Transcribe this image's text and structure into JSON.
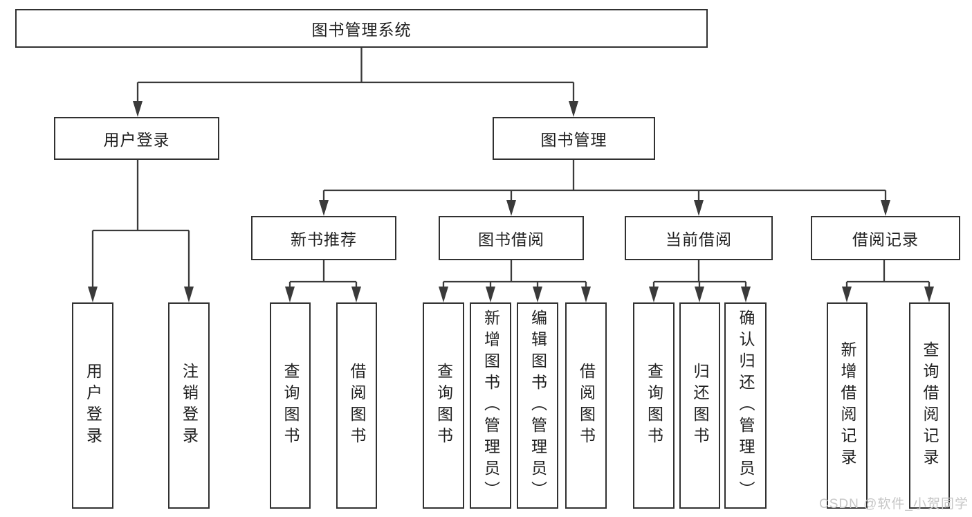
{
  "page": {
    "type": "functional-structure-diagram",
    "watermark": "CSDN @软件_小贺同学"
  },
  "colors": {
    "background": "#ffffff",
    "box_border": "#313131",
    "connector_line": "#3a3a3a",
    "text": "#1f1f1f",
    "watermark_text": "#c6c6c6"
  },
  "tree": {
    "root": {
      "label": "图书管理系统"
    },
    "level2": [
      {
        "label": "用户登录",
        "children": [
          {
            "label": "用户登录"
          },
          {
            "label": "注销登录"
          }
        ]
      },
      {
        "label": "图书管理",
        "children": [
          {
            "label": "新书推荐",
            "children": [
              {
                "label": "查询图书"
              },
              {
                "label": "借阅图书"
              }
            ]
          },
          {
            "label": "图书借阅",
            "children": [
              {
                "label": "查询图书"
              },
              {
                "label": "新增图书（管理员）"
              },
              {
                "label": "编辑图书（管理员）"
              },
              {
                "label": "借阅图书"
              }
            ]
          },
          {
            "label": "当前借阅",
            "children": [
              {
                "label": "查询图书"
              },
              {
                "label": "归还图书"
              },
              {
                "label": "确认归还（管理员）"
              }
            ]
          },
          {
            "label": "借阅记录",
            "children": [
              {
                "label": "新增借阅记录"
              },
              {
                "label": "查询借阅记录"
              }
            ]
          }
        ]
      }
    ]
  }
}
